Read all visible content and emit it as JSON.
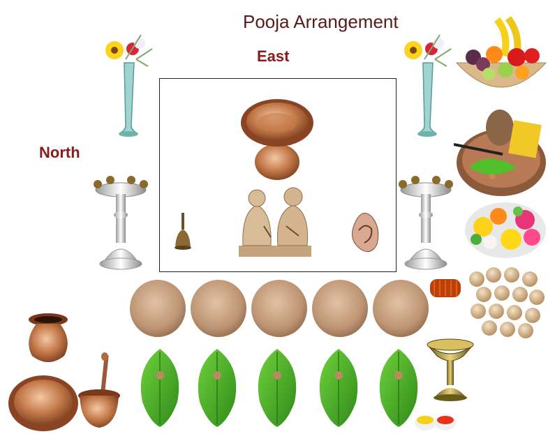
{
  "title": "Pooja Arrangement",
  "directions": {
    "east": "East",
    "north": "North"
  },
  "items": {
    "flower_vase_left": "flower-vase-icon",
    "flower_vase_right": "flower-vase-icon",
    "fruit_bowl": "fruit-bowl-icon",
    "coconut_plate": "coconut-offering-plate-icon",
    "flower_plate": "flower-plate-icon",
    "lamp_left": "oil-lamp-icon",
    "lamp_right": "oil-lamp-icon",
    "kalash": "kalash-icon",
    "bell": "bell-icon",
    "idols": "lakshmi-ganesha-idol-icon",
    "conch": "conch-shell-icon",
    "sacred_thread": "thread-roll-icon",
    "betel_nuts": "betel-nuts-icon",
    "coconut_count": 5,
    "betel_leaf_count": 5,
    "copper_pot": "copper-pot-icon",
    "copper_plate": "copper-plate-icon",
    "copper_cup_spoon": "copper-cup-spoon-icon",
    "brass_lamp": "brass-diya-stand-icon",
    "kumkum_turmeric": "kumkum-turmeric-bowls-icon"
  },
  "colors": {
    "title": "#5a1a1a",
    "direction": "#8b1a1a",
    "copper": "#b86a3c",
    "leaf": "#4caf2a",
    "coconut": "#c9a27e"
  }
}
